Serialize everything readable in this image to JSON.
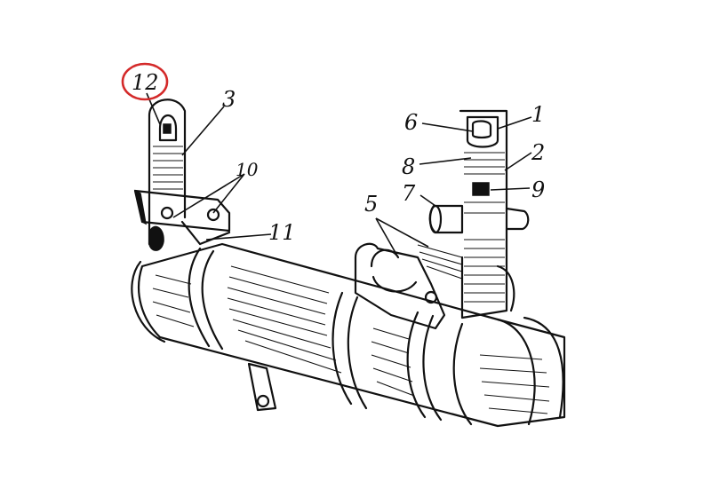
{
  "diagram": {
    "labels": {
      "l1": "1",
      "l2": "2",
      "l3": "3",
      "l5": "5",
      "l6": "6",
      "l7": "7",
      "l8": "8",
      "l9": "9",
      "l10": "10",
      "l11": "11",
      "l12": "12"
    },
    "highlight_color": "#d42a2a",
    "highlighted_label": "12"
  }
}
